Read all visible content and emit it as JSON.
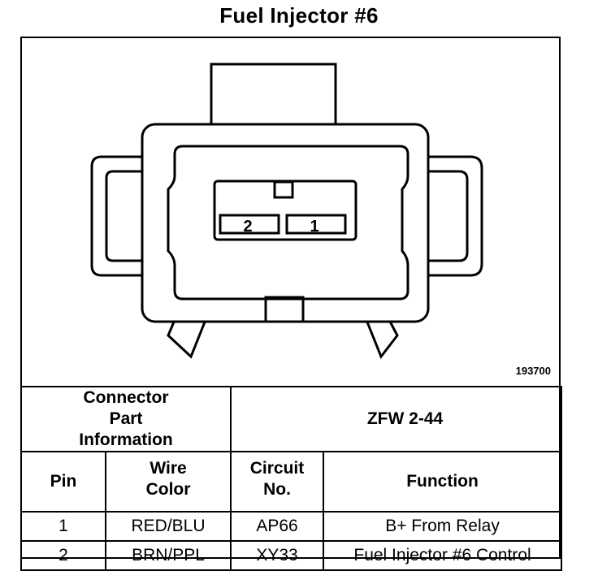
{
  "title": "Fuel Injector #6",
  "diagram": {
    "pins": [
      {
        "label": "2"
      },
      {
        "label": "1"
      }
    ],
    "part_number": "193700"
  },
  "info": {
    "label": "Connector Part Information",
    "value": "ZFW 2-44"
  },
  "table": {
    "headers": {
      "pin": "Pin",
      "wire_color": "Wire Color",
      "circuit": "Circuit No.",
      "function": "Function"
    },
    "rows": [
      {
        "pin": "1",
        "wire_color": "RED/BLU",
        "circuit": "AP66",
        "function": "B+ From Relay"
      },
      {
        "pin": "2",
        "wire_color": "BRN/PPL",
        "circuit": "XY33",
        "function": "Fuel Injector #6 Control"
      }
    ]
  }
}
